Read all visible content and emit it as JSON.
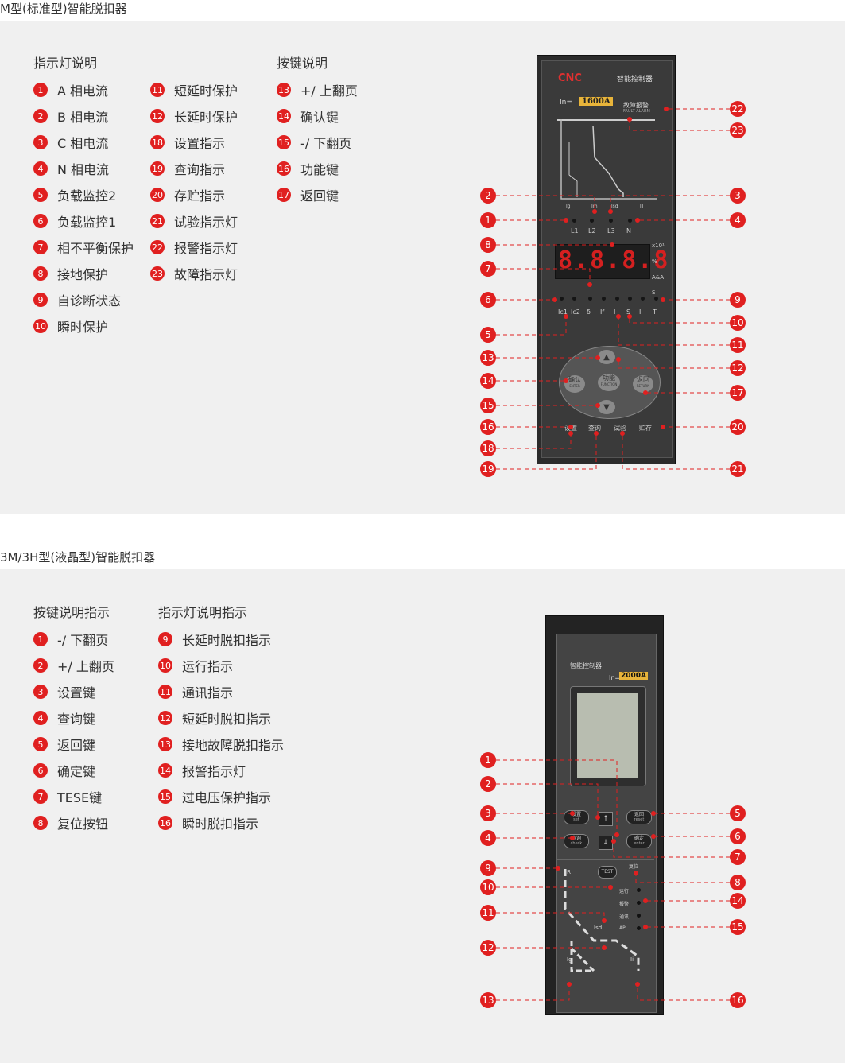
{
  "section1": {
    "title": "M型(标准型)智能脱扣器",
    "indicator_heading": "指示灯说明",
    "key_heading": "按键说明",
    "col1": [
      {
        "n": "1",
        "t": "A 相电流"
      },
      {
        "n": "2",
        "t": "B 相电流"
      },
      {
        "n": "3",
        "t": "C 相电流"
      },
      {
        "n": "4",
        "t": "N 相电流"
      },
      {
        "n": "5",
        "t": "负载监控2"
      },
      {
        "n": "6",
        "t": "负载监控1"
      },
      {
        "n": "7",
        "t": "相不平衡保护"
      },
      {
        "n": "8",
        "t": "接地保护"
      },
      {
        "n": "9",
        "t": "自诊断状态"
      },
      {
        "n": "10",
        "t": "瞬时保护"
      }
    ],
    "col2": [
      {
        "n": "11",
        "t": "短延时保护"
      },
      {
        "n": "12",
        "t": "长延时保护"
      },
      {
        "n": "18",
        "t": "设置指示"
      },
      {
        "n": "19",
        "t": "查询指示"
      },
      {
        "n": "20",
        "t": "存贮指示"
      },
      {
        "n": "21",
        "t": "试验指示灯"
      },
      {
        "n": "22",
        "t": "报警指示灯"
      },
      {
        "n": "23",
        "t": "故障指示灯"
      }
    ],
    "col3": [
      {
        "n": "13",
        "t": "+/ 上翻页"
      },
      {
        "n": "14",
        "t": "确认键"
      },
      {
        "n": "15",
        "t": "-/ 下翻页"
      },
      {
        "n": "16",
        "t": "功能键"
      },
      {
        "n": "17",
        "t": "返回键"
      }
    ],
    "device": {
      "brand": "CNC",
      "name": "智能控制器",
      "in_label": "In=",
      "rating": "1600A",
      "alarm_cn": "故障报警",
      "alarm_en": "FAULT ALARM",
      "curve_x": [
        "Ig",
        "Im",
        "Tsd",
        "Tl"
      ],
      "phases": [
        "L1",
        "L2",
        "L3",
        "N"
      ],
      "display": "8.8.8.8",
      "units": [
        "x10¹",
        "%",
        "A&A",
        "S"
      ],
      "status_labels": [
        "Ic1",
        "Ic2",
        "δ",
        "If",
        "I",
        "S",
        "I",
        "T"
      ],
      "keys": {
        "up": "▲",
        "down": "▼",
        "enter_cn": "确认",
        "enter_en": "ENTER",
        "func_cn": "功能",
        "func_en": "FUNCTION",
        "back_cn": "返回",
        "back_en": "RETURN"
      },
      "bottom": [
        "设置",
        "查询",
        "试验",
        "贮存"
      ]
    },
    "callouts_left": [
      "2",
      "1",
      "8",
      "7",
      "6",
      "5",
      "13",
      "14",
      "15",
      "16",
      "18",
      "19"
    ],
    "callouts_right": [
      "22",
      "23",
      "3",
      "4",
      "9",
      "10",
      "11",
      "12",
      "17",
      "20",
      "21"
    ]
  },
  "section2": {
    "title": "3M/3H型(液晶型)智能脱扣器",
    "key_heading": "按键说明指示",
    "indicator_heading": "指示灯说明指示",
    "col1": [
      {
        "n": "1",
        "t": "-/ 下翻页"
      },
      {
        "n": "2",
        "t": "+/ 上翻页"
      },
      {
        "n": "3",
        "t": "设置键"
      },
      {
        "n": "4",
        "t": "查询键"
      },
      {
        "n": "5",
        "t": "返回键"
      },
      {
        "n": "6",
        "t": "确定键"
      },
      {
        "n": "7",
        "t": "TESE键"
      },
      {
        "n": "8",
        "t": "复位按钮"
      }
    ],
    "col2": [
      {
        "n": "9",
        "t": "长延时脱扣指示"
      },
      {
        "n": "10",
        "t": "运行指示"
      },
      {
        "n": "11",
        "t": "通讯指示"
      },
      {
        "n": "12",
        "t": "短延时脱扣指示"
      },
      {
        "n": "13",
        "t": "接地故障脱扣指示"
      },
      {
        "n": "14",
        "t": "报警指示灯"
      },
      {
        "n": "15",
        "t": "过电压保护指示"
      },
      {
        "n": "16",
        "t": "瞬时脱扣指示"
      }
    ],
    "device": {
      "name": "智能控制器",
      "in_label": "In=",
      "rating": "2000A",
      "keys": {
        "set_cn": "设置",
        "set_en": "set",
        "check_cn": "查询",
        "check_en": "check",
        "reset_cn": "返回",
        "reset_en": "reset",
        "enter_cn": "确定",
        "enter_en": "enter",
        "test": "TEST",
        "reset_btn": "复位"
      },
      "status_labels": [
        "运行",
        "报警",
        "通讯",
        "AP"
      ],
      "curve": [
        "IR",
        "Isd",
        "Ig",
        "Ii"
      ]
    },
    "callouts_left": [
      "1",
      "2",
      "3",
      "4",
      "9",
      "10",
      "11",
      "12",
      "13"
    ],
    "callouts_right": [
      "5",
      "6",
      "7",
      "8",
      "14",
      "15",
      "16"
    ]
  }
}
